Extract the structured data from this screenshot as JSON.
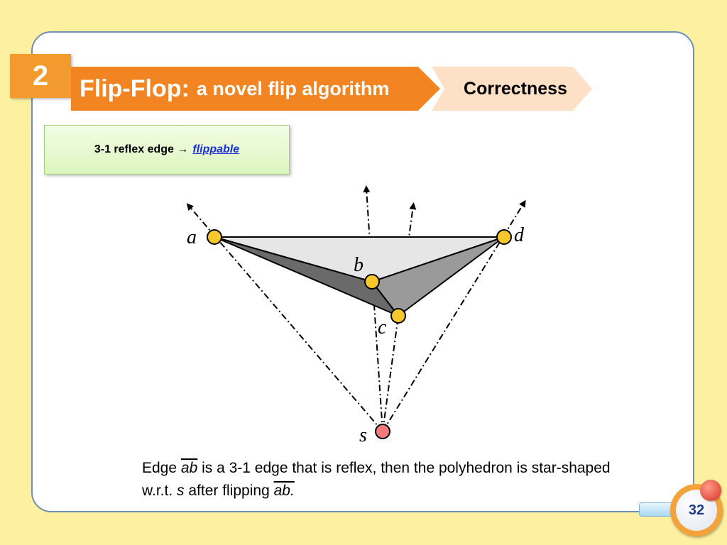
{
  "slide": {
    "section_number": "2",
    "title_main": "Flip-Flop:",
    "title_sub": "a novel flip algorithm",
    "crumb": "Correctness",
    "page_number": "32"
  },
  "note": {
    "prefix": "3-1 reflex edge →",
    "link": "flippable"
  },
  "diagram": {
    "labels": {
      "a": "a",
      "b": "b",
      "c": "c",
      "d": "d",
      "s": "s"
    }
  },
  "caption": {
    "p1": "Edge ",
    "ab1": "ab",
    "p2": " is a 3-1 edge that is reflex, then the polyhedron is star-shaped w.r.t. ",
    "s": "s",
    "p3": " after flipping ",
    "ab2": "ab."
  },
  "colors": {
    "orange": "#f28422",
    "vertex_yellow": "#f7c72b",
    "vertex_red": "#f47a7a"
  }
}
